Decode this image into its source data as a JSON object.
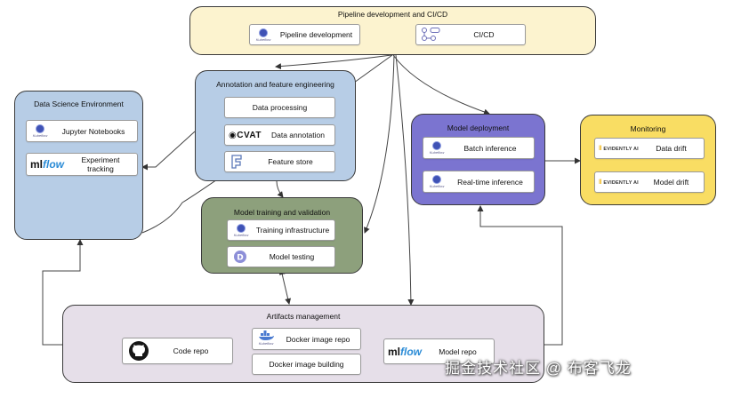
{
  "groups": {
    "pipeline": {
      "title": "Pipeline development and CI/CD",
      "color": "#fcf3cf"
    },
    "dse": {
      "title": "Data Science Environment",
      "color": "#b7cde6"
    },
    "annotation": {
      "title": "Annotation and feature engineering",
      "color": "#b7cde6"
    },
    "training": {
      "title": "Model training and validation",
      "color": "#8da07c"
    },
    "deployment": {
      "title": "Model deployment",
      "color": "#7b74d0"
    },
    "monitoring": {
      "title": "Monitoring",
      "color": "#f9dd63"
    },
    "artifacts": {
      "title": "Artifacts management",
      "color": "#e6dfe9"
    }
  },
  "nodes": {
    "pipeline_dev": {
      "label": "Pipeline development",
      "icon": "kubeflow-icon",
      "logo_text": "Kubeflow"
    },
    "cicd": {
      "label": "CI/CD",
      "icon": "github-actions-icon"
    },
    "jupyter": {
      "label": "Jupyter Notebooks",
      "icon": "kubeflow-icon",
      "logo_text": "Kubeflow"
    },
    "experiment": {
      "label": "Experiment tracking",
      "icon": "mlflow-icon",
      "logo_text": "mlflow"
    },
    "data_processing": {
      "label": "Data processing"
    },
    "data_annotation": {
      "label": "Data annotation",
      "icon": "cvat-icon",
      "logo_text": "CVAT"
    },
    "feature_store": {
      "label": "Feature store",
      "icon": "feast-icon"
    },
    "training_infra": {
      "label": "Training infrastructure",
      "icon": "kubeflow-icon",
      "logo_text": "Kubeflow"
    },
    "model_testing": {
      "label": "Model testing",
      "icon": "deepchecks-icon"
    },
    "batch": {
      "label": "Batch inference",
      "icon": "kubeflow-icon",
      "logo_text": "Kubeflow"
    },
    "realtime": {
      "label": "Real-time inference",
      "icon": "kubeflow-icon",
      "logo_text": "Kubeflow"
    },
    "data_drift": {
      "label": "Data drift",
      "icon": "evidently-icon",
      "logo_text": "EVIDENTLY AI"
    },
    "model_drift": {
      "label": "Model drift",
      "icon": "evidently-icon",
      "logo_text": "EVIDENTLY AI"
    },
    "code_repo": {
      "label": "Code repo",
      "icon": "github-icon"
    },
    "docker_repo": {
      "label": "Docker image repo",
      "icon": "docker-icon",
      "logo_text": "Kubeflow"
    },
    "docker_build": {
      "label": "Docker image building"
    },
    "model_repo": {
      "label": "Model repo",
      "icon": "mlflow-icon",
      "logo_text": "mlflow"
    }
  },
  "watermark": "掘金技术社区 @ 布客飞龙"
}
